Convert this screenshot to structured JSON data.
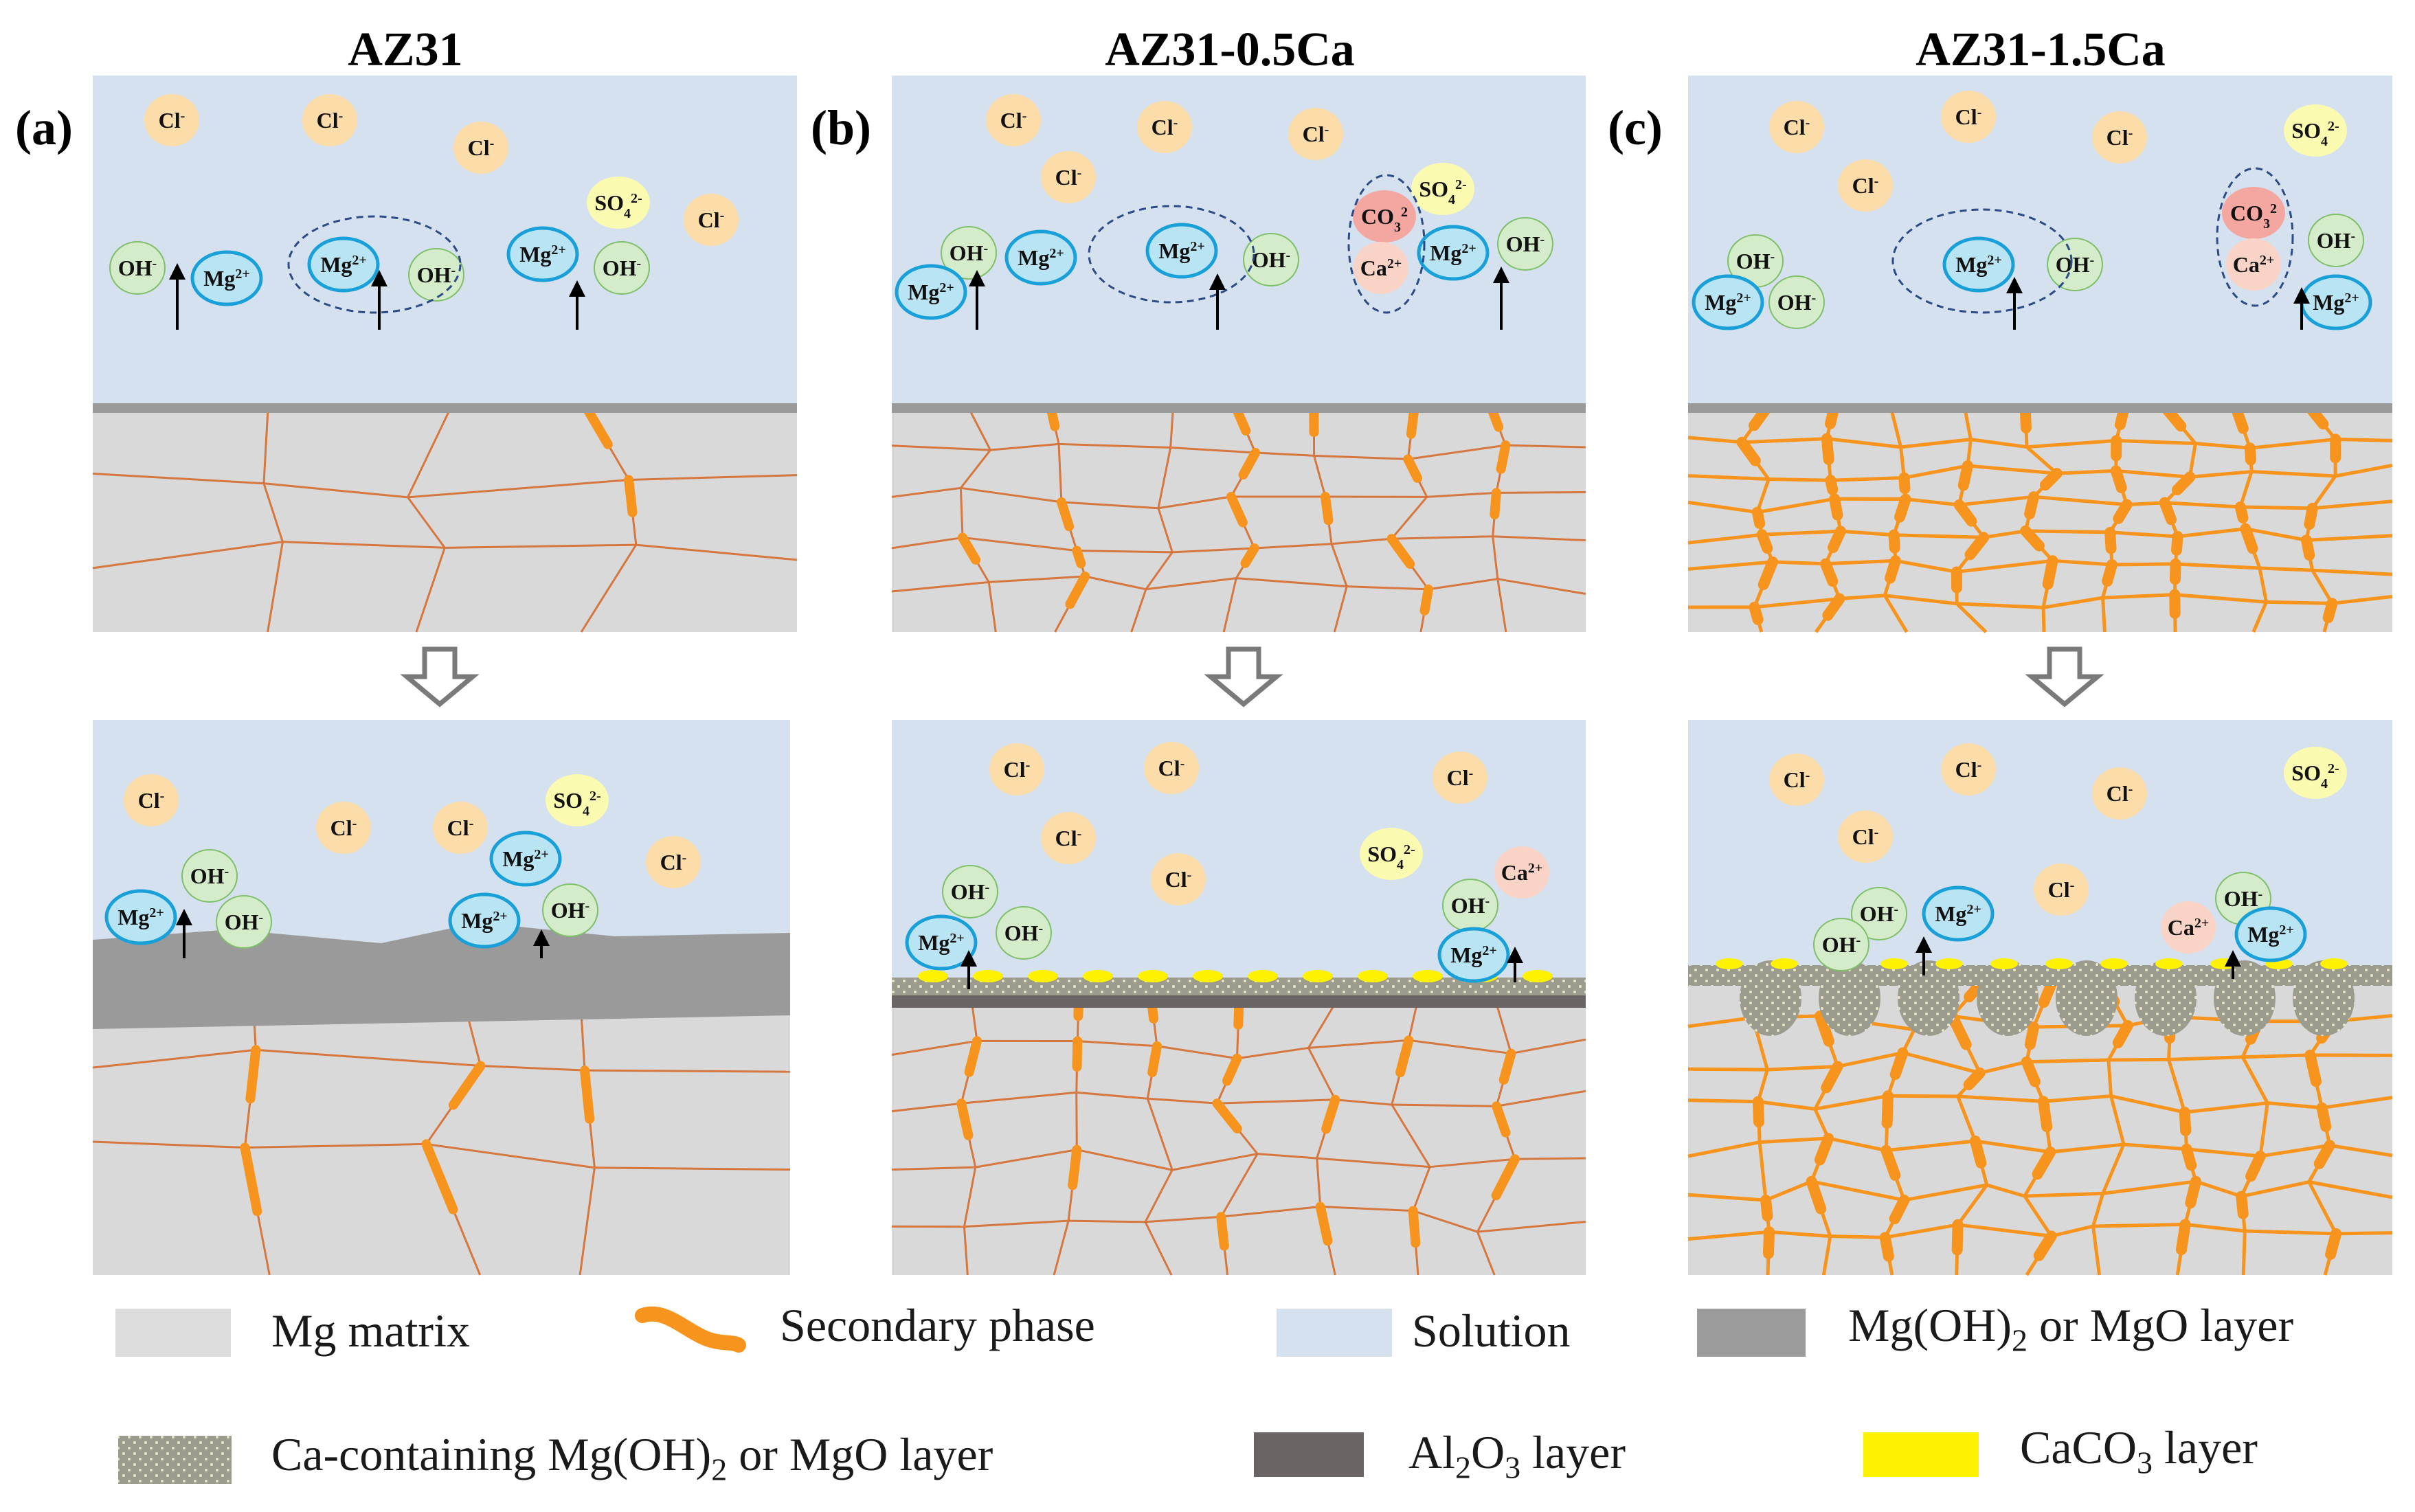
{
  "columns": [
    {
      "title": "AZ31",
      "letter": "(a)"
    },
    {
      "title": "AZ31-0.5Ca",
      "letter": "(b)"
    },
    {
      "title": "AZ31-1.5Ca",
      "letter": "(c)"
    }
  ],
  "ions": {
    "cl": "Cl",
    "oh": "OH",
    "mg": "Mg",
    "mg_charge": "2+",
    "ca": "Ca",
    "ca_charge": "2+",
    "so4": "SO",
    "so4_sub": "4",
    "so4_sup": "2-",
    "co3": "CO",
    "co3_sub": "3",
    "co3_sup": "2",
    "minus": "-"
  },
  "legend": {
    "mg_matrix": "Mg matrix",
    "secondary_phase": "Secondary phase",
    "solution": "Solution",
    "mgoh2_a": "Mg(OH)",
    "mgoh2_sub": "2",
    "mgoh2_b": " or MgO layer",
    "ca_layer_a": "Ca-containing Mg(OH)",
    "ca_layer_sub": "2",
    "ca_layer_b": " or MgO layer",
    "al2o3_a": "Al",
    "al2o3_s1": "2",
    "al2o3_b": "O",
    "al2o3_s2": "3",
    "al2o3_c": " layer",
    "caco3": "CaCO",
    "caco3_sub": "3",
    "caco3_c": " layer"
  },
  "colors": {
    "solution": "#d5e1ef",
    "matrix": "#d9d9d9",
    "grain_line": "#d5773e",
    "secondary": "#f7941d",
    "film": "#9a9a9a",
    "al2o3": "#6b6464",
    "caco3": "#fff200",
    "cl_fill": "#fcdca8",
    "oh_fill": "#d4ecc9",
    "mg_fill": "#b9e4f4",
    "mg_stroke": "#1aa0d8",
    "so4_fill": "#fafab0",
    "co3_fill": "#f4a6a0",
    "ca_fill": "#f9d4c6"
  }
}
